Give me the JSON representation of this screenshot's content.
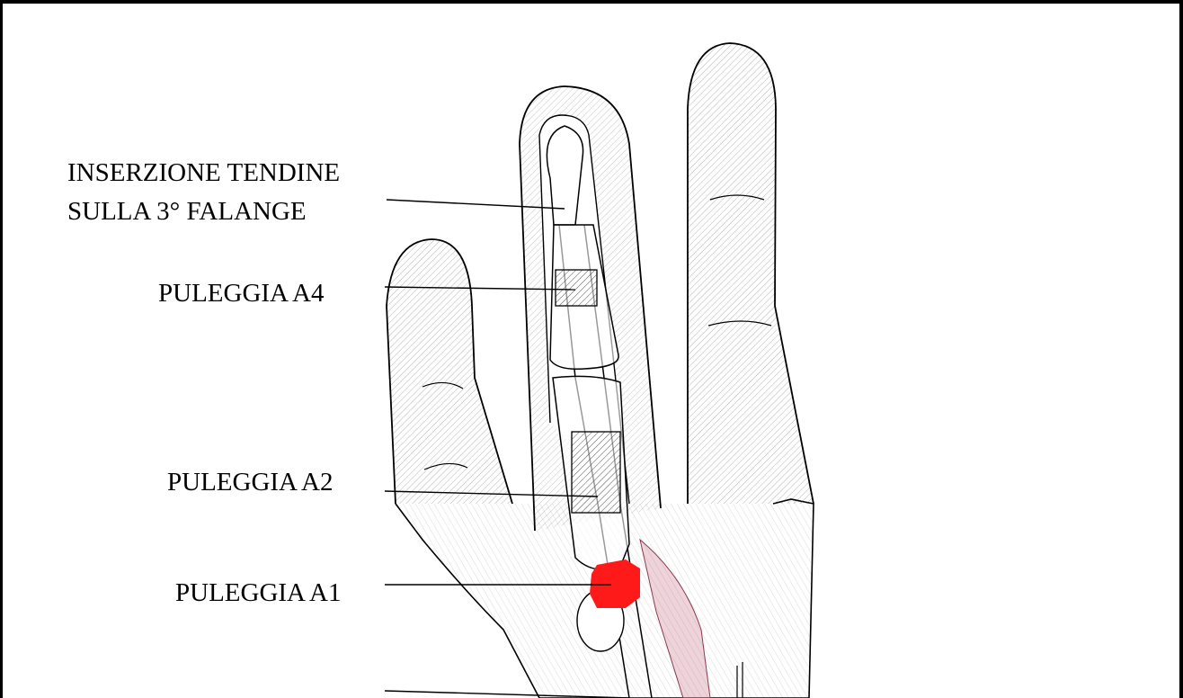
{
  "labels": {
    "insertion_line1": "INSERZIONE TENDINE",
    "insertion_line2": "SULLA 3° FALANGE",
    "pulley_a4": "PULEGGIA A4",
    "pulley_a2": "PULEGGIA A2",
    "pulley_a1": "PULEGGIA A1"
  },
  "colors": {
    "highlight": "#ff1a1a",
    "ink": "#000000",
    "muscle": "#c05070",
    "background": "#ffffff"
  }
}
